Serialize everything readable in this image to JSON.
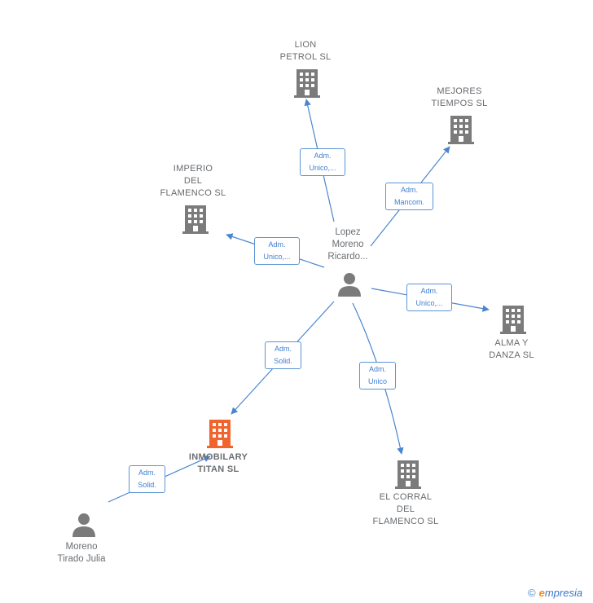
{
  "companies": {
    "lion_petrol": [
      "LION",
      "PETROL  SL"
    ],
    "mejores_tiempos": [
      "MEJORES",
      "TIEMPOS  SL"
    ],
    "imperio_flamenco": [
      "IMPERIO",
      "DEL",
      "FLAMENCO  SL"
    ],
    "alma_danza": [
      "ALMA Y",
      "DANZA  SL"
    ],
    "inmobilary_titan": [
      "INMOBILARY",
      "TITAN  SL"
    ],
    "el_corral": [
      "EL CORRAL",
      "DEL",
      "FLAMENCO SL"
    ]
  },
  "persons": {
    "lopez": [
      "Lopez",
      "Moreno",
      "Ricardo..."
    ],
    "moreno": [
      "Moreno",
      "Tirado Julia"
    ]
  },
  "relations": {
    "lion_petrol": [
      "Adm.",
      "Unico,..."
    ],
    "mejores_tiempos": [
      "Adm.",
      "Mancom."
    ],
    "imperio_flamenco": [
      "Adm.",
      "Unico,..."
    ],
    "alma_danza": [
      "Adm.",
      "Unico,..."
    ],
    "inmobilary_titan": [
      "Adm.",
      "Solid."
    ],
    "el_corral": [
      "Adm.",
      "Unico"
    ],
    "moreno_titan": [
      "Adm.",
      "Solid."
    ]
  },
  "colors": {
    "edge": "#4a86cf",
    "building": "#7b7b7b",
    "building_main": "#f2642e",
    "person": "#7b7b7b"
  },
  "brand": {
    "copyright": "©",
    "initial": "e",
    "rest": "mpresia"
  }
}
